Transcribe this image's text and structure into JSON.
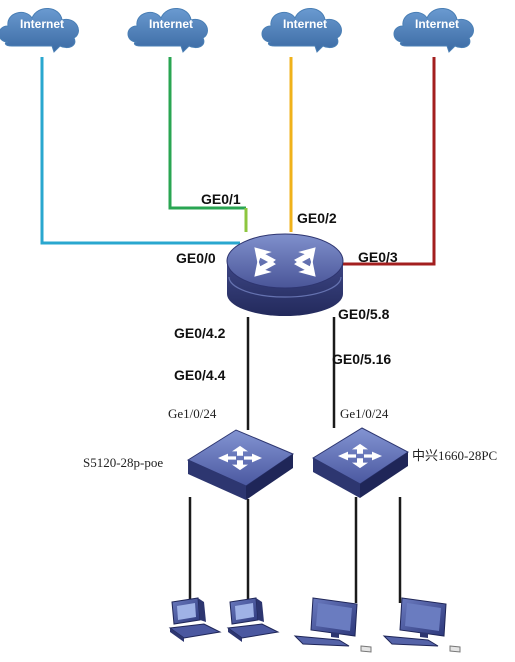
{
  "clouds": [
    {
      "label": "Internet",
      "color": "#4a7fb5"
    },
    {
      "label": "Internet",
      "color": "#4a7fb5"
    },
    {
      "label": "Internet",
      "color": "#4a7fb5"
    },
    {
      "label": "Internet",
      "color": "#4a7fb5"
    }
  ],
  "links": {
    "colors": [
      "#2aa7cf",
      "#29a552",
      "#f0b21a",
      "#a31f1f"
    ],
    "light_green": "#8dc63f",
    "black": "#1a1a1a"
  },
  "router": {
    "ports": {
      "ge0_0": "GE0/0",
      "ge0_1": "GE0/1",
      "ge0_2": "GE0/2",
      "ge0_3": "GE0/3",
      "ge0_4_2": "GE0/4.2",
      "ge0_4_4": "GE0/4.4",
      "ge0_5_8": "GE0/5.8",
      "ge0_5_16": "GE0/5.16"
    }
  },
  "switches": [
    {
      "name": "S5120-28p-poe",
      "uplink": "Ge1/0/24"
    },
    {
      "name": "中兴1660-28PC",
      "uplink": "Ge1/0/24"
    }
  ],
  "device_colors": {
    "router_top": "#5f6fb0",
    "router_side": "#2e3570",
    "switch_top": "#6a7cc0",
    "switch_side": "#2d3670",
    "pc": "#3b4a90"
  }
}
